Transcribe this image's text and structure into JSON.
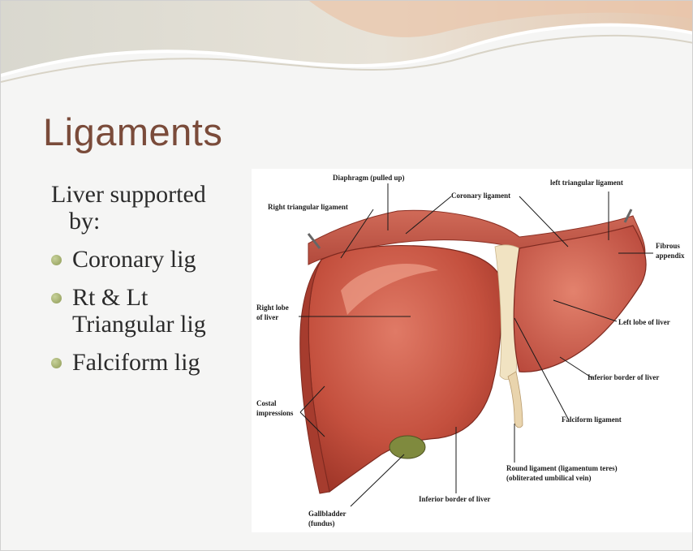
{
  "slide": {
    "title": "Ligaments",
    "intro_line1": "Liver supported",
    "intro_line2": "by:",
    "bullets": [
      {
        "line1": "Coronary lig",
        "line2": ""
      },
      {
        "line1": "Rt & Lt",
        "line2": "Triangular lig"
      },
      {
        "line1": "Falciform lig",
        "line2": ""
      }
    ]
  },
  "figure": {
    "labels": {
      "diaphragm_l1": "Diaphragm (pulled up)",
      "coronary_ligament": "Coronary ligament",
      "left_triangular_ligament": "left triangular ligament",
      "right_triangular_ligament": "Right triangular ligament",
      "fibrous_appendix_l1": "Fibrous",
      "fibrous_appendix_l2": "appendix",
      "right_lobe_l1": "Right lobe",
      "right_lobe_l2": "of liver",
      "left_lobe": "Left lobe of liver",
      "inferior_border_right": "Inferior border of liver",
      "costal_l1": "Costal",
      "costal_l2": "impressions",
      "falciform_ligament": "Falciform ligament",
      "round_ligament_l1": "Round ligament (ligamentum teres)",
      "round_ligament_l2": "(obliterated umbilical vein)",
      "inferior_border_bottom": "Inferior border of liver",
      "gallbladder_l1": "Gallbladder",
      "gallbladder_l2": "(fundus)"
    }
  },
  "colors": {
    "title": "#7a4b3a",
    "liver": "#c24a3a",
    "bullet": "#9aa562"
  }
}
